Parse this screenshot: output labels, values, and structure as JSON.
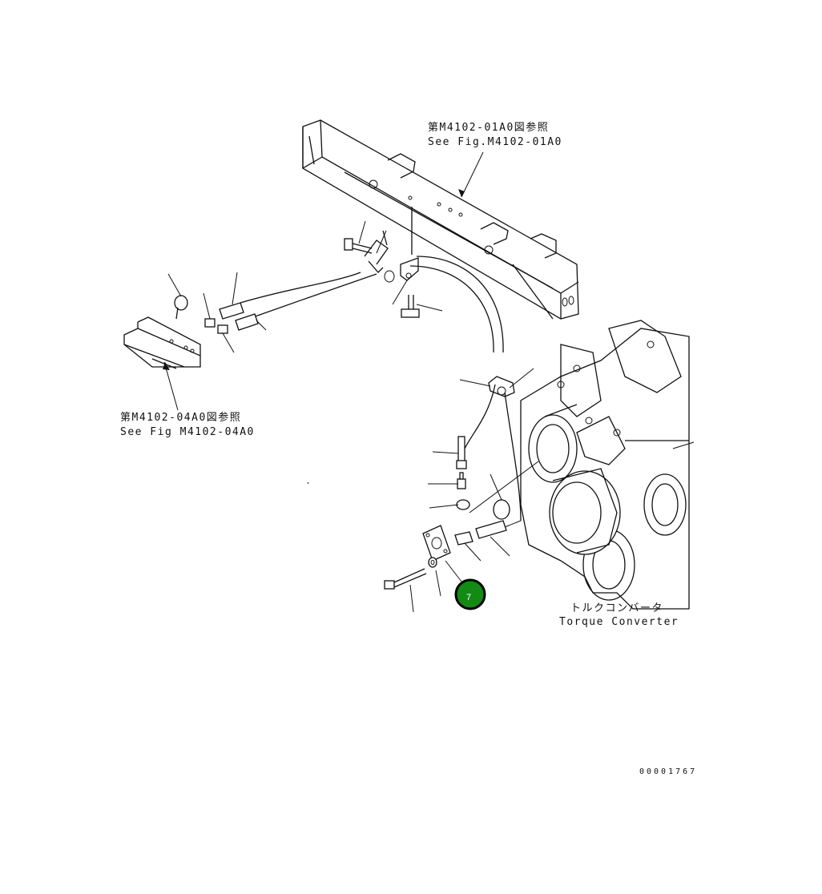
{
  "references": {
    "top_ref_jp": "第M4102-01A0図参照",
    "top_ref_en": "See Fig.M4102-01A0",
    "left_ref_jp": "第M4102-04A0図参照",
    "left_ref_en": "See Fig M4102-04A0"
  },
  "component": {
    "label_jp": "トルクコンバータ",
    "label_en": "Torque Converter"
  },
  "callout": {
    "number": "7",
    "fill_color": "#138a13",
    "ring_color": "#000000"
  },
  "drawing_id": "00001767"
}
